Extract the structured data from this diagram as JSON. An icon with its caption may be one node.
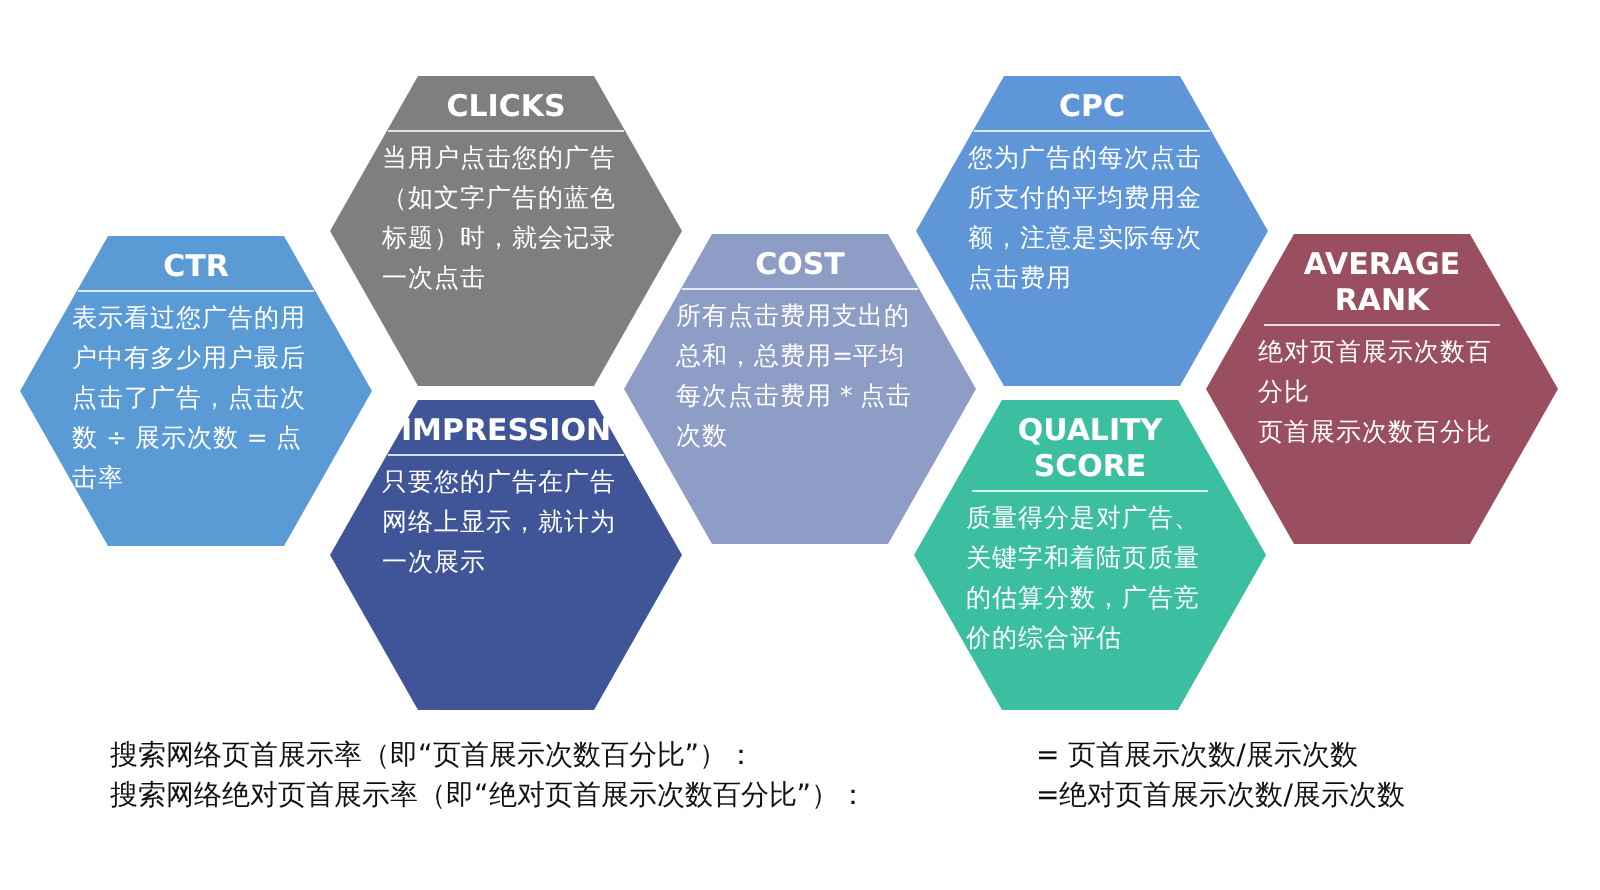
{
  "diagram": {
    "nodes": [
      {
        "text": [
          "CTR",
          "表示看过您广告的用户中有多少用户最后点击了广告，点击次数 ÷ 展示次数 = 点击率"
        ]
      },
      {
        "text": [
          "CLICKS",
          "当用户点击您的广告（如文字广告的蓝色标题）时，就会记录一次点击"
        ]
      },
      {
        "text": [
          "IMPRESSION",
          "只要您的广告在广告网络上显示，就计为一次展示"
        ]
      },
      {
        "text": [
          "COST",
          "所有点击费用支出的总和，总费用=平均每次点击费用 * 点击次数"
        ]
      },
      {
        "text": [
          "CPC",
          "您为广告的每次点击所支付的平均费用金额，注意是实际每次点击费用"
        ]
      },
      {
        "text": [
          "QUALITY SCORE",
          "质量得分是对广告、关键字和着陆页质量的估算分数，广告竞价的综合评估"
        ]
      },
      {
        "text": [
          "AVERAGE RANK",
          "绝对页首展示次数百分比",
          "页首展示次数百分比"
        ]
      }
    ],
    "edges": [],
    "labels": [
      "搜索网络页首展示率（即“页首展示次数百分比”）：",
      "= 页首展示次数/展示次数",
      "搜索网络绝对页首展示率（即“绝对页首展示次数百分比”）：",
      "=绝对页首展示次数/展示次数"
    ]
  }
}
